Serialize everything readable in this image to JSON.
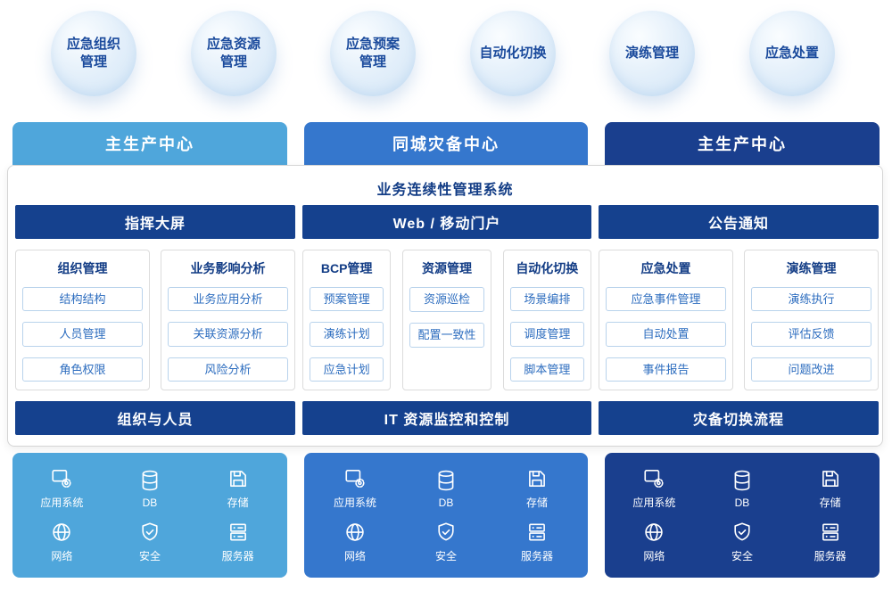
{
  "bubbles": [
    {
      "label": "应急组织\n管理"
    },
    {
      "label": "应急资源\n管理"
    },
    {
      "label": "应急预案\n管理"
    },
    {
      "label": "自动化切换"
    },
    {
      "label": "演练管理"
    },
    {
      "label": "应急处置"
    }
  ],
  "centers": [
    {
      "title": "主生产中心",
      "color": "#4FA6DB"
    },
    {
      "title": "同城灾备中心",
      "color": "#3577CD"
    },
    {
      "title": "主生产中心",
      "color": "#1A3F8E"
    }
  ],
  "system": {
    "title": "业务连续性管理系统",
    "top_bars": [
      "指挥大屏",
      "Web / 移动门户",
      "公告通知"
    ],
    "columns": [
      {
        "title": "组织管理",
        "items": [
          "结构结构",
          "人员管理",
          "角色权限"
        ]
      },
      {
        "title": "业务影响分析",
        "items": [
          "业务应用分析",
          "关联资源分析",
          "风险分析"
        ]
      },
      {
        "title": "BCP管理",
        "items": [
          "预案管理",
          "演练计划",
          "应急计划"
        ]
      },
      {
        "title": "资源管理",
        "items": [
          "资源巡检",
          "配置一致性"
        ]
      },
      {
        "title": "自动化切换",
        "items": [
          "场景编排",
          "调度管理",
          "脚本管理"
        ]
      },
      {
        "title": "应急处置",
        "items": [
          "应急事件管理",
          "自动处置",
          "事件报告"
        ]
      },
      {
        "title": "演练管理",
        "items": [
          "演练执行",
          "评估反馈",
          "问题改进"
        ]
      }
    ],
    "bottom_bars": [
      "组织与人员",
      "IT 资源监控和控制",
      "灾备切换流程"
    ]
  },
  "infrastructure": {
    "labels": [
      "应用系统",
      "DB",
      "存储",
      "网络",
      "安全",
      "服务器"
    ],
    "icons": [
      "app-system-icon",
      "database-icon",
      "storage-icon",
      "network-icon",
      "shield-icon",
      "server-icon"
    ]
  },
  "colors": {
    "navy_bar": "#15418E",
    "light_center": "#4FA6DB",
    "mid_center": "#3577CD",
    "dark_center": "#1A3F8E",
    "item_text": "#2D6DBF",
    "heading_text": "#123C85"
  }
}
